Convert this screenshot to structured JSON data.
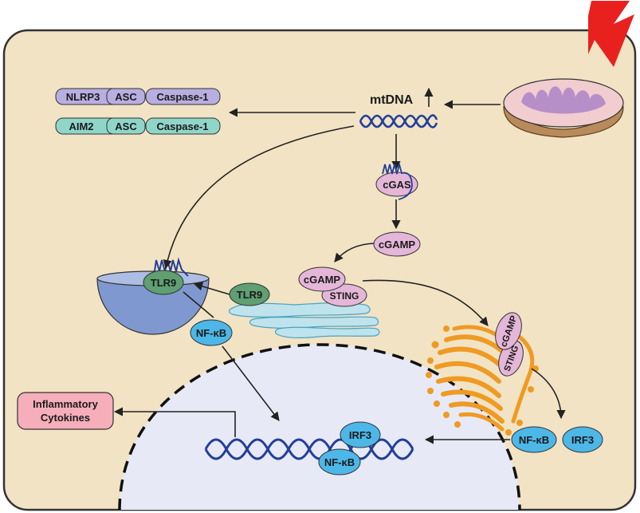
{
  "colors": {
    "cell_fill": "#f1e3c4",
    "cell_stroke": "#333333",
    "nucleus_fill": "#e7e9f6",
    "mito_outer": "#f2cdd0",
    "mito_base": "#b98a5a",
    "mito_cristae": "#b78fc8",
    "lightning": "#e8211f",
    "nlrp3": "#b8aee0",
    "aim2": "#8fd6c9",
    "cgas": "#e4b6d8",
    "tlr9": "#5f9f72",
    "nfkb": "#4db7e8",
    "endosome": "#7f98cf",
    "er": "#bfe3ec",
    "golgi": "#ef9a22",
    "dna": "#233f9a",
    "cytokines_fill": "#f6aebb"
  },
  "labels": {
    "mtdna": "mtDNA",
    "nlrp3_complex": [
      "NLRP3",
      "ASC",
      "Caspase-1"
    ],
    "aim2_complex": [
      "AIM2",
      "ASC",
      "Caspase-1"
    ],
    "cgas": "cGAS",
    "cgamp_free": "cGAMP",
    "cgamp_er": "cGAMP",
    "sting_er": "STING",
    "tlr9_endosome": "TLR9",
    "tlr9_free": "TLR9",
    "nfkb_cyto": "NF-κB",
    "cgamp_golgi": "cGAMP",
    "sting_golgi": "STING",
    "nfkb_right": "NF-κB",
    "irf3_right": "IRF3",
    "irf3_nuc": "IRF3",
    "nfkb_nuc": "NF-κB",
    "cytokines_line1": "Inflammatory",
    "cytokines_line2": "Cytokines"
  }
}
